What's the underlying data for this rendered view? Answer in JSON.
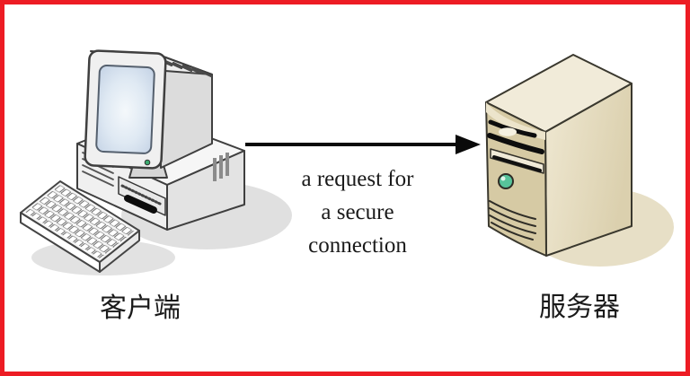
{
  "diagram": {
    "title_hint": "client requests secure connection from server",
    "client": {
      "label": "客户端",
      "icon": "desktop-computer-icon"
    },
    "server": {
      "label": "服务器",
      "icon": "server-tower-icon"
    },
    "arrow": {
      "label": "a request for\na secure\nconnection",
      "direction": "left-to-right"
    }
  },
  "colors": {
    "border": "#ed1c24",
    "canvas_bg": "#ffffff",
    "ink": "#0a0a0a",
    "text": "#1a1a1a",
    "pc_body": "#f0f0f0",
    "pc_side": "#dcdcdc",
    "pc_outline": "#3f3f3f",
    "screen_edge": "#c6d4e6",
    "screen_center": "#f4f8fb",
    "shadow_gray": "#e0e0e0",
    "server_front": "#d6caa4",
    "server_side": "#efe8d2",
    "server_side_dark": "#dbd0ae",
    "server_top": "#f1ebd9",
    "server_outline": "#3a382e",
    "server_shadow": "#e7dfc6",
    "led_green": "#57c39a"
  }
}
